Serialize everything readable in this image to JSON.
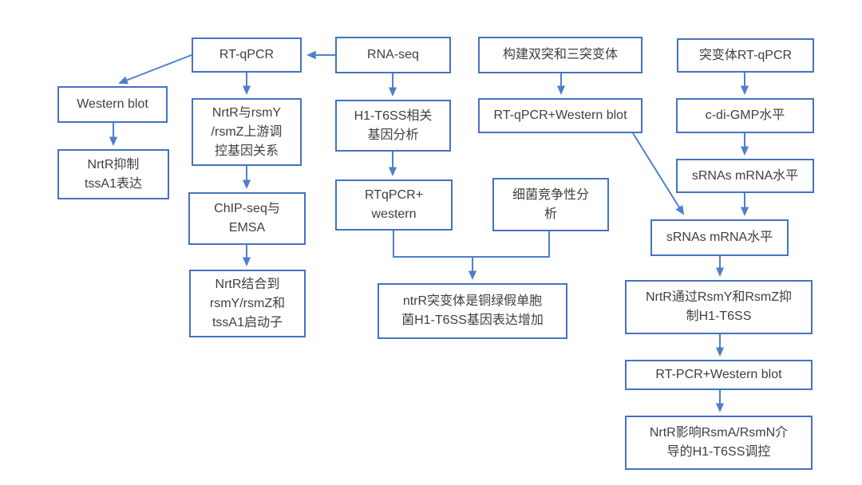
{
  "colors": {
    "box_border": "#4472c4",
    "arrow": "#4f7fcb",
    "text": "#3f3f3f",
    "background": "#ffffff"
  },
  "flowchart": {
    "nodes": {
      "rt_qpcr": {
        "label": [
          "RT-qPCR"
        ]
      },
      "rna_seq": {
        "label": [
          "RNA-seq"
        ]
      },
      "construct_mutants": {
        "label": [
          "构建双突和三突变体"
        ]
      },
      "mutant_rt_qpcr": {
        "label": [
          "突变体RT-qPCR"
        ]
      },
      "western_blot": {
        "label": [
          "Western blot"
        ]
      },
      "nrtr_represses_tssa1": {
        "label": [
          "NrtR抑制",
          "tssA1表达"
        ]
      },
      "nrtr_rsmy_rsmz_relation": {
        "label": [
          "NrtR与rsmY",
          "/rsmZ上游调",
          "控基因关系"
        ]
      },
      "chipseq_emsa": {
        "label": [
          "ChIP-seq与",
          "EMSA"
        ]
      },
      "nrtr_binds_promoters": {
        "label": [
          "NrtR结合到",
          "rsmY/rsmZ和",
          "tssA1启动子"
        ]
      },
      "h1_t6ss_gene_analysis": {
        "label": [
          "H1-T6SS相关",
          "基因分析"
        ]
      },
      "rtqpcr_western": {
        "label": [
          "RTqPCR+",
          "western"
        ]
      },
      "rt_qpcr_western_blot": {
        "label": [
          "RT-qPCR+Western blot"
        ]
      },
      "bacterial_competition": {
        "label": [
          "细菌竞争性分",
          "析"
        ]
      },
      "ntrr_mutant_increase": {
        "label": [
          "ntrR突变体是铜绿假单胞",
          "菌H1-T6SS基因表达增加"
        ]
      },
      "c_di_gmp_level": {
        "label": [
          "c-di-GMP水平"
        ]
      },
      "srnas_mrna_level_1": {
        "label": [
          "sRNAs mRNA水平"
        ]
      },
      "srnas_mrna_level_2": {
        "label": [
          "sRNAs mRNA水平"
        ]
      },
      "nrtr_via_rsmy_rsmz": {
        "label": [
          "NrtR通过RsmY和RsmZ抑",
          "制H1-T6SS"
        ]
      },
      "rt_pcr_western_blot": {
        "label": [
          "RT-PCR+Western blot"
        ]
      },
      "nrtr_affects_rsma_rsmn": {
        "label": [
          "NrtR影响RsmA/RsmN介",
          "导的H1-T6SS调控"
        ]
      }
    },
    "edges": [
      {
        "from": "rna_seq",
        "to": "rt_qpcr"
      },
      {
        "from": "rt_qpcr",
        "to": "western_blot"
      },
      {
        "from": "rt_qpcr",
        "to": "nrtr_rsmy_rsmz_relation"
      },
      {
        "from": "western_blot",
        "to": "nrtr_represses_tssa1"
      },
      {
        "from": "nrtr_rsmy_rsmz_relation",
        "to": "chipseq_emsa"
      },
      {
        "from": "chipseq_emsa",
        "to": "nrtr_binds_promoters"
      },
      {
        "from": "rna_seq",
        "to": "h1_t6ss_gene_analysis"
      },
      {
        "from": "h1_t6ss_gene_analysis",
        "to": "rtqpcr_western"
      },
      {
        "from": "rtqpcr_western",
        "to": "ntrr_mutant_increase"
      },
      {
        "from": "bacterial_competition",
        "to": "ntrr_mutant_increase"
      },
      {
        "from": "construct_mutants",
        "to": "rt_qpcr_western_blot"
      },
      {
        "from": "rt_qpcr_western_blot",
        "to": "srnas_mrna_level_2"
      },
      {
        "from": "mutant_rt_qpcr",
        "to": "c_di_gmp_level"
      },
      {
        "from": "c_di_gmp_level",
        "to": "srnas_mrna_level_1"
      },
      {
        "from": "srnas_mrna_level_1",
        "to": "srnas_mrna_level_2"
      },
      {
        "from": "srnas_mrna_level_2",
        "to": "nrtr_via_rsmy_rsmz"
      },
      {
        "from": "nrtr_via_rsmy_rsmz",
        "to": "rt_pcr_western_blot"
      },
      {
        "from": "rt_pcr_western_blot",
        "to": "nrtr_affects_rsma_rsmn"
      }
    ]
  }
}
